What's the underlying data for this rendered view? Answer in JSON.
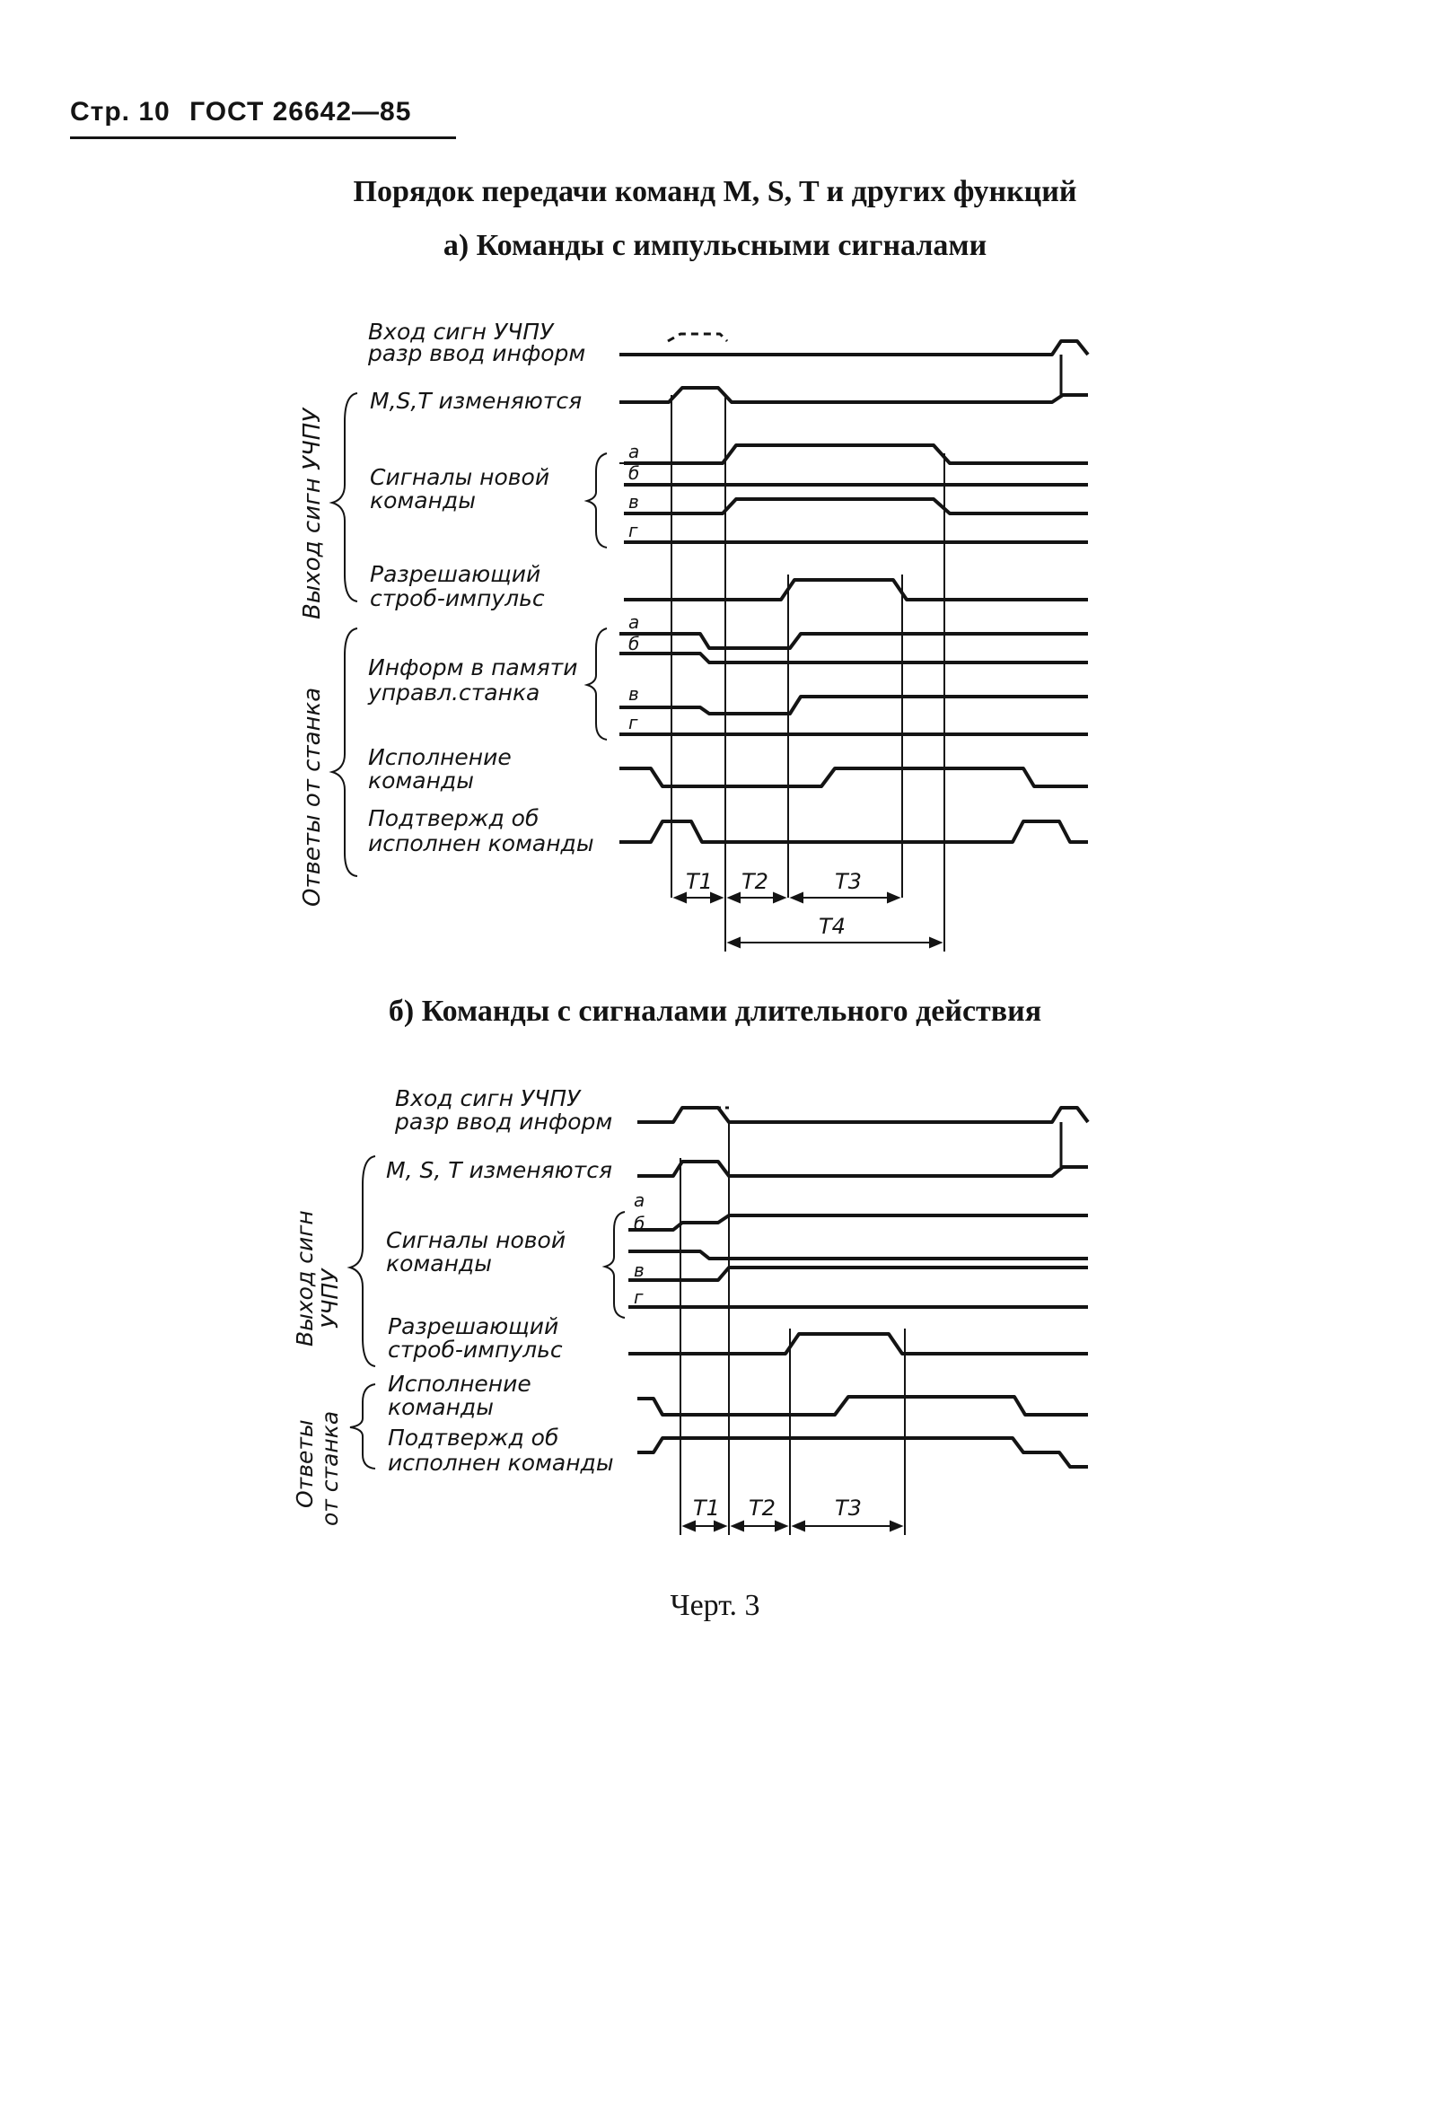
{
  "header": {
    "page": "Стр. 10",
    "standard": "ГОСТ 26642—85"
  },
  "title": "Порядок передачи команд M, S, T и других функций",
  "diagram_a": {
    "subtitle": "а) Команды с импульсными сигналами",
    "group_labels": {
      "output": "Выход сигн УЧПУ",
      "responses": "Ответы от станка"
    },
    "labels": {
      "input_1": "Вход сигн УЧПУ",
      "input_2": "разр ввод информ",
      "mst": "M,S,T изменяются",
      "new_cmd_1": "Сигналы новой",
      "new_cmd_2": "команды",
      "strobe_1": "Разрешающий",
      "strobe_2": "строб-импульс",
      "mem_1": "Информ в памяти",
      "mem_2": "управл.станка",
      "exec_1": "Исполнение",
      "exec_2": "команды",
      "confirm_1": "Подтвержд об",
      "confirm_2": "исполнен команды"
    },
    "letters": [
      "а",
      "б",
      "в",
      "г"
    ],
    "intervals": [
      "T1",
      "T2",
      "T3",
      "T4"
    ]
  },
  "diagram_b": {
    "subtitle": "б) Команды с сигналами длительного действия",
    "group_labels": {
      "output_1": "Выход сигн",
      "output_2": "УЧПУ",
      "responses_1": "Ответы",
      "responses_2": "от станка"
    },
    "labels": {
      "input_1": "Вход сигн УЧПУ",
      "input_2": "разр ввод информ",
      "mst": "M, S, T изменяются",
      "new_cmd_1": "Сигналы новой",
      "new_cmd_2": "команды",
      "strobe_1": "Разрешающий",
      "strobe_2": "строб-импульс",
      "exec_1": "Исполнение",
      "exec_2": "команды",
      "confirm_1": "Подтвержд об",
      "confirm_2": "исполнен команды"
    },
    "letters": [
      "а",
      "б",
      "в",
      "г"
    ],
    "intervals": [
      "T1",
      "T2",
      "T3"
    ]
  },
  "caption": "Черт. 3"
}
